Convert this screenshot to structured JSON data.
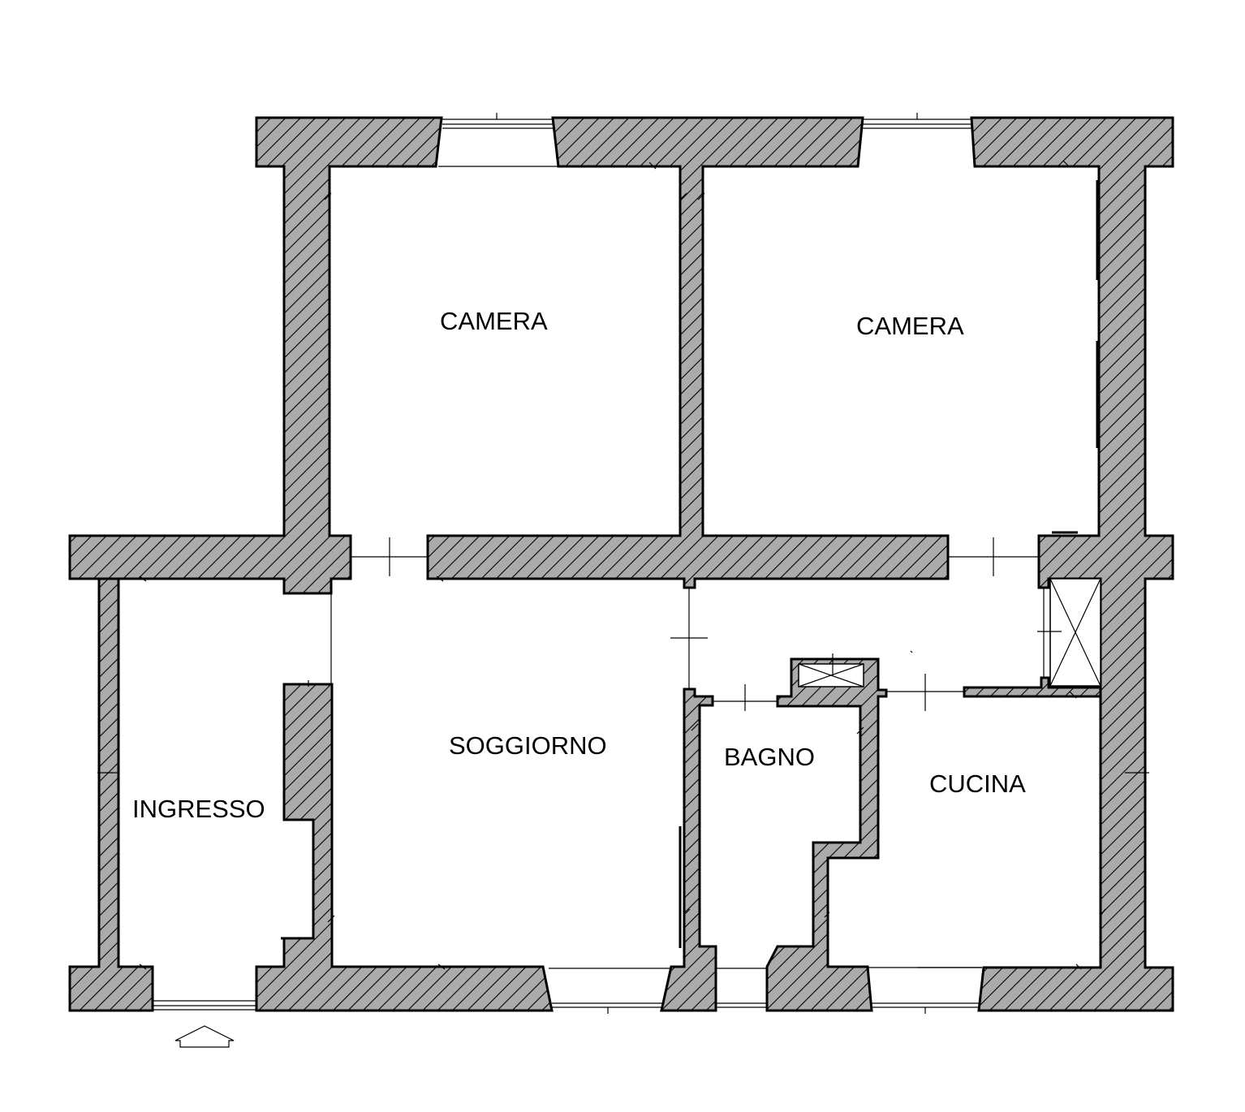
{
  "rooms": {
    "camera_1": "CAMERA",
    "camera_2": "CAMERA",
    "soggiorno": "SOGGIORNO",
    "bagno": "BAGNO",
    "cucina": "CUCINA",
    "ingresso": "INGRESSO"
  },
  "colors": {
    "wall_fill": "#ababab",
    "wall_hatch": "#000000",
    "line": "#000000",
    "background": "#ffffff"
  },
  "icons": {
    "entrance": "entrance-arrow-icon",
    "shaft": "shaft-cross-icon"
  }
}
